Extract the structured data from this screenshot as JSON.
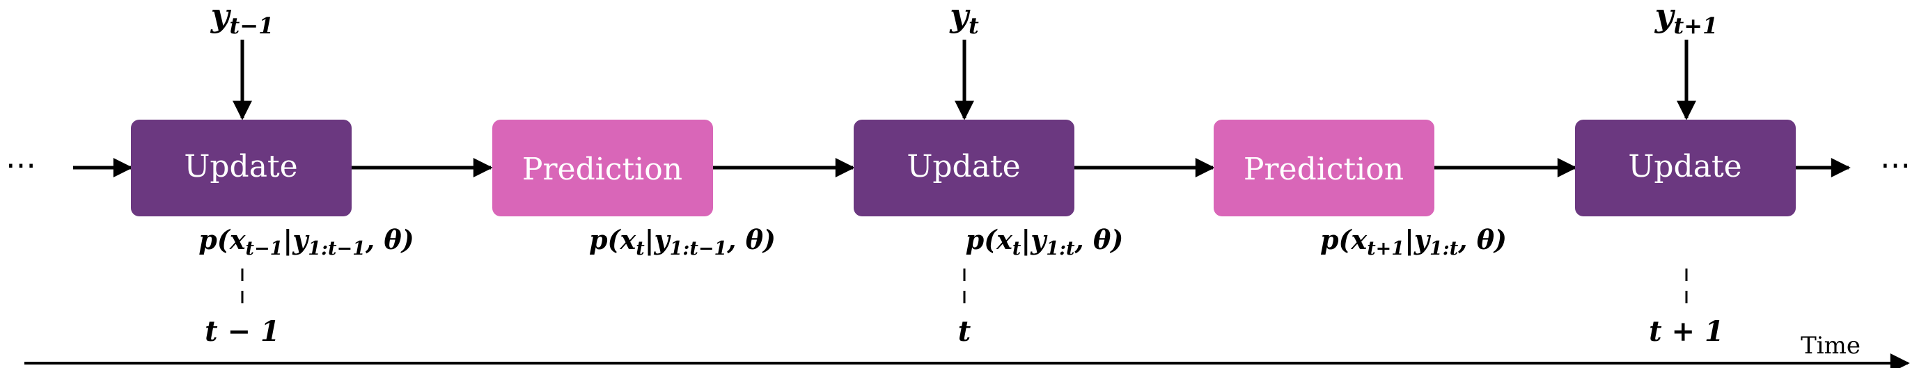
{
  "colors": {
    "update": "#6b3880",
    "prediction": "#d966b8",
    "text_on_box": "#ffffff",
    "line": "#000000"
  },
  "ellipsis_left": "⋯",
  "ellipsis_right": "⋯",
  "observations": [
    {
      "base": "y",
      "sub": "t−1"
    },
    {
      "base": "y",
      "sub": "t"
    },
    {
      "base": "y",
      "sub": "t+1"
    }
  ],
  "blocks": [
    {
      "kind": "update",
      "label": "Update"
    },
    {
      "kind": "prediction",
      "label": "Prediction"
    },
    {
      "kind": "update",
      "label": "Update"
    },
    {
      "kind": "prediction",
      "label": "Prediction"
    },
    {
      "kind": "update",
      "label": "Update"
    }
  ],
  "distributions": [
    {
      "x": "x",
      "x_sub": "t−1",
      "cond": "y",
      "cond_sub": "1:t−1"
    },
    {
      "x": "x",
      "x_sub": "t",
      "cond": "y",
      "cond_sub": "1:t−1"
    },
    {
      "x": "x",
      "x_sub": "t",
      "cond": "y",
      "cond_sub": "1:t"
    },
    {
      "x": "x",
      "x_sub": "t+1",
      "cond": "y",
      "cond_sub": "1:t"
    }
  ],
  "time_ticks": [
    "t − 1",
    "t",
    "t + 1"
  ],
  "time_axis_label": "Time"
}
